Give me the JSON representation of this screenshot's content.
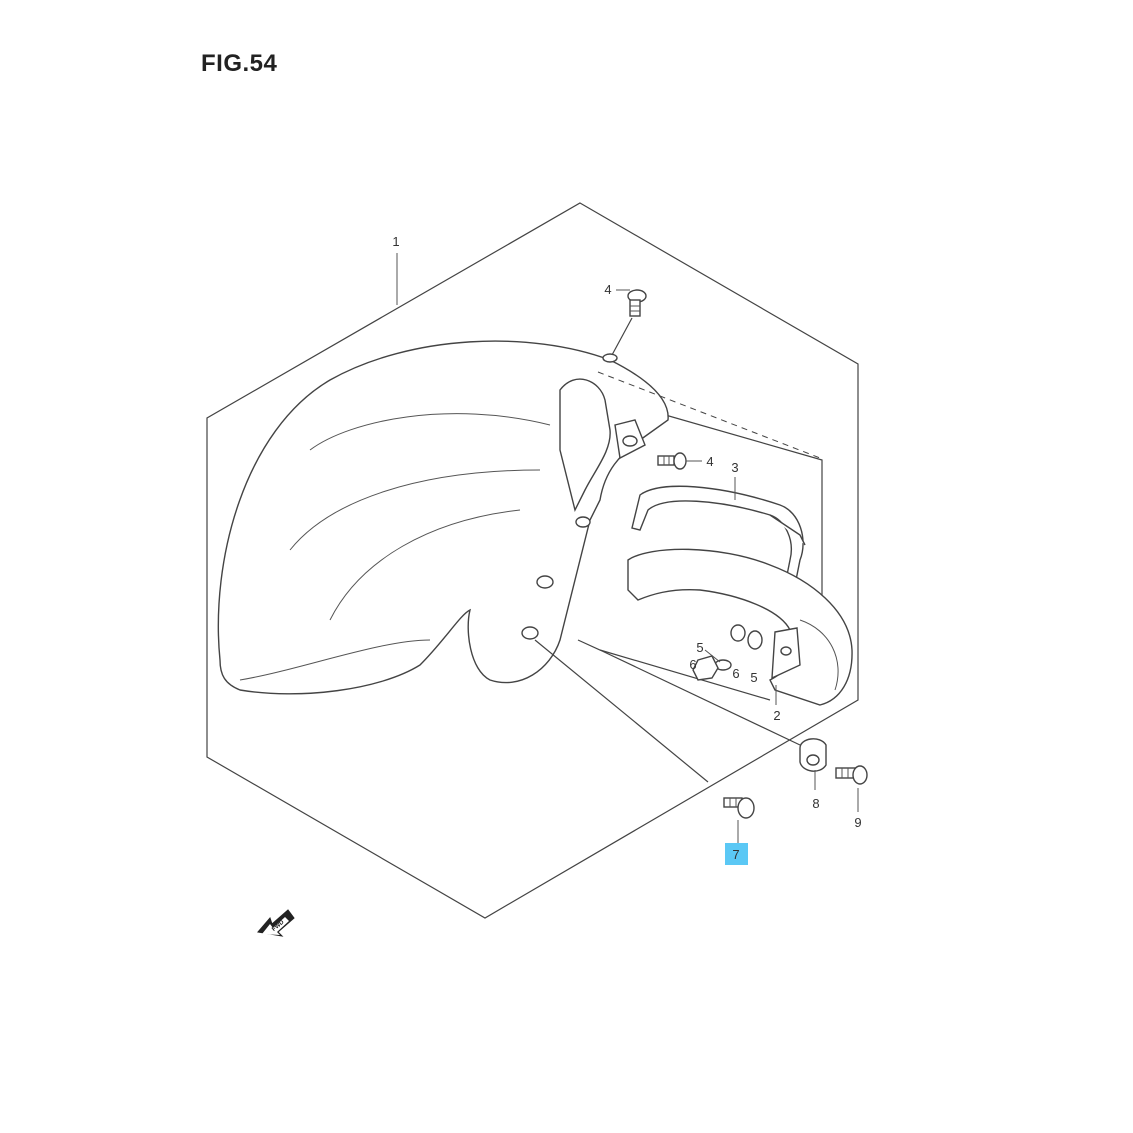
{
  "figure": {
    "title": "FIG.54"
  },
  "callouts": {
    "c1": "1",
    "c2": "2",
    "c3": "3",
    "c4a": "4",
    "c4b": "4",
    "c5a": "5",
    "c5b": "5",
    "c6a": "6",
    "c6b": "6",
    "c7": "7",
    "c8": "8",
    "c9": "9"
  },
  "highlight": {
    "part": "7",
    "color": "#5bc8f5"
  },
  "direction_badge": {
    "text": "FWD"
  }
}
